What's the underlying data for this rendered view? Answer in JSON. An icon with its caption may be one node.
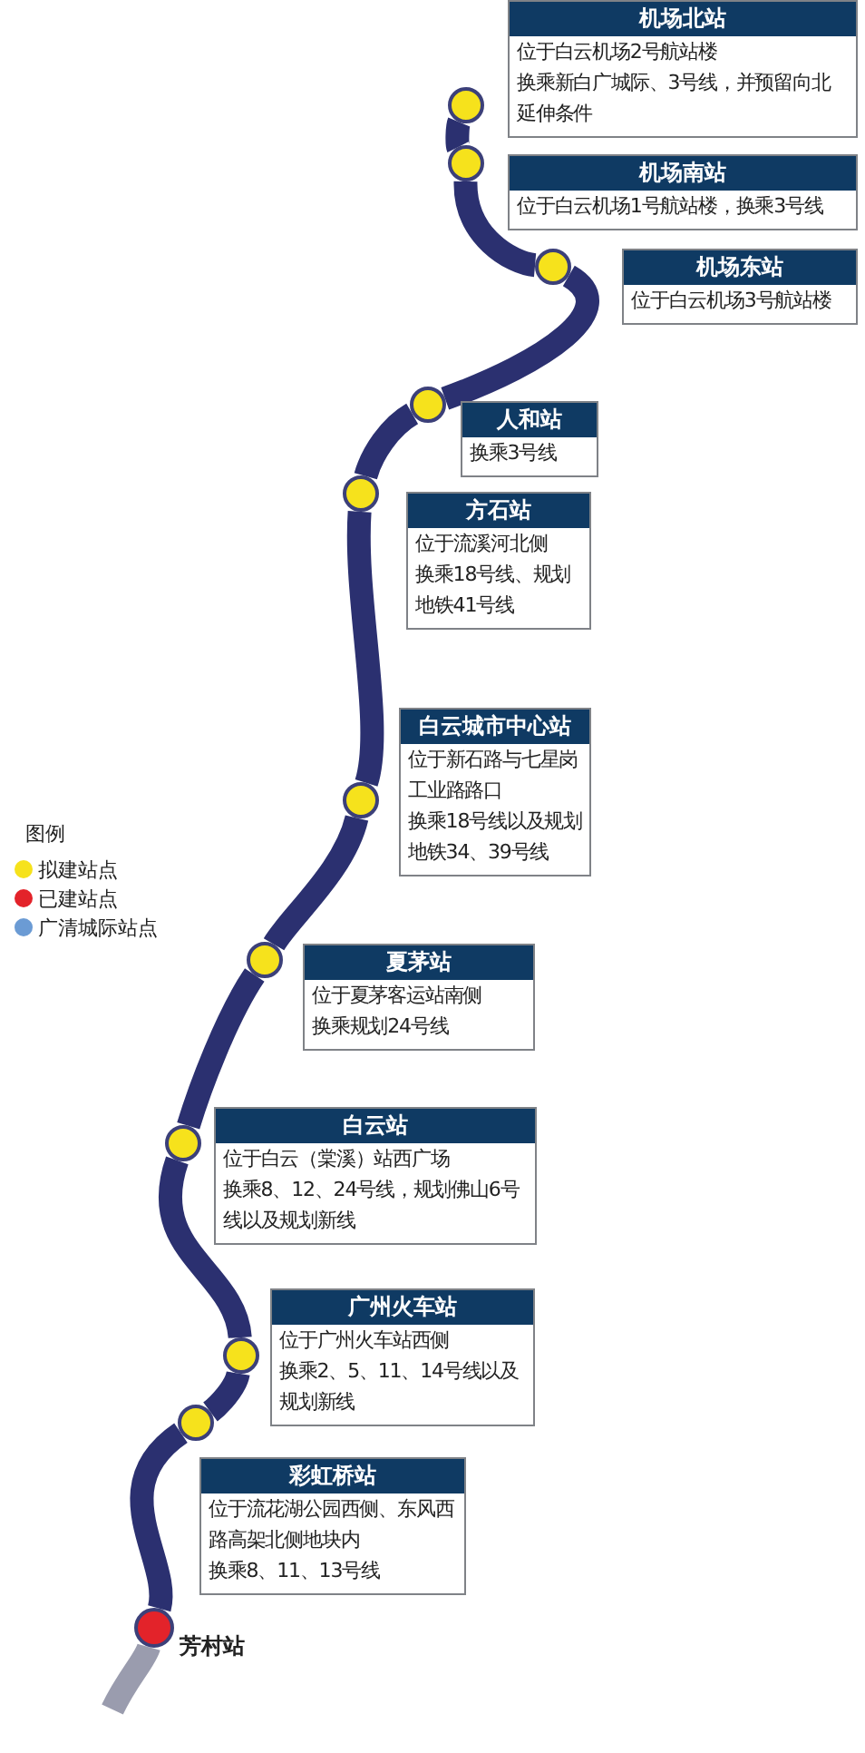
{
  "diagram": {
    "nodes": [
      {
        "text": [
          "机场北站",
          "位于白云机场2号航站楼",
          "换乘新白广城际、3号线，并预留向北延伸条件"
        ]
      },
      {
        "text": [],
        "shape": "circle"
      },
      {
        "text": [
          "机场南站",
          "位于白云机场1号航站楼，换乘3号线"
        ]
      },
      {
        "text": [],
        "shape": "circle"
      },
      {
        "text": [
          "机场东站",
          "位于白云机场3号航站楼"
        ]
      },
      {
        "text": [],
        "shape": "circle"
      },
      {
        "text": [
          "人和站",
          "换乘3号线"
        ]
      },
      {
        "text": [],
        "shape": "circle"
      },
      {
        "text": [
          "方石站",
          "位于流溪河北侧",
          "换乘18号线、规划地铁41号线"
        ]
      },
      {
        "text": [],
        "shape": "circle"
      },
      {
        "text": [
          "白云城市中心站",
          "位于新石路与七星岗工业路路口",
          "换乘18号线以及规划地铁34、39号线"
        ]
      },
      {
        "text": [],
        "shape": "circle"
      },
      {
        "text": [
          "夏茅站",
          "位于夏茅客运站南侧",
          "换乘规划24号线"
        ]
      },
      {
        "text": [],
        "shape": "circle"
      },
      {
        "text": [
          "白云站",
          "位于白云（棠溪）站西广场",
          "换乘8、12、24号线，规划佛山6号线以及规划新线"
        ]
      },
      {
        "text": [],
        "shape": "circle"
      },
      {
        "text": [
          "广州火车站",
          "位于广州火车站西侧",
          "换乘2、5、11、14号线以及规划新线"
        ]
      },
      {
        "text": [],
        "shape": "circle"
      },
      {
        "text": [],
        "shape": "circle"
      },
      {
        "text": [
          "彩虹桥站",
          "位于流花湖公园西侧、东风西路高架北侧地块内",
          "换乘8、11、13号线"
        ]
      },
      {
        "text": [],
        "shape": "circle",
        "beside": [
          "芳村站"
        ]
      }
    ],
    "edges": [
      {
        "from": 1,
        "to": 3,
        "arrow": "none"
      },
      {
        "from": 3,
        "to": 5,
        "arrow": "none"
      },
      {
        "from": 5,
        "to": 7,
        "arrow": "none"
      },
      {
        "from": 7,
        "to": 9,
        "arrow": "none"
      },
      {
        "from": 9,
        "to": 11,
        "arrow": "none"
      },
      {
        "from": 11,
        "to": 13,
        "arrow": "none"
      },
      {
        "from": 13,
        "to": 15,
        "arrow": "none"
      },
      {
        "from": 15,
        "to": 17,
        "arrow": "none"
      },
      {
        "from": 17,
        "to": 18,
        "arrow": "none"
      },
      {
        "from": 18,
        "to": 20,
        "arrow": "none"
      },
      {
        "from": 20,
        "to": null,
        "arrow": "none",
        "color": "#9a9cae"
      }
    ],
    "labels": [
      "图例"
    ],
    "legend": [
      {
        "text": "拟建站点",
        "color": "#f6e21c"
      },
      {
        "text": "已建站点",
        "color": "#e3232a"
      },
      {
        "text": "广清城际站点",
        "color": "#6b9bd4"
      }
    ]
  }
}
